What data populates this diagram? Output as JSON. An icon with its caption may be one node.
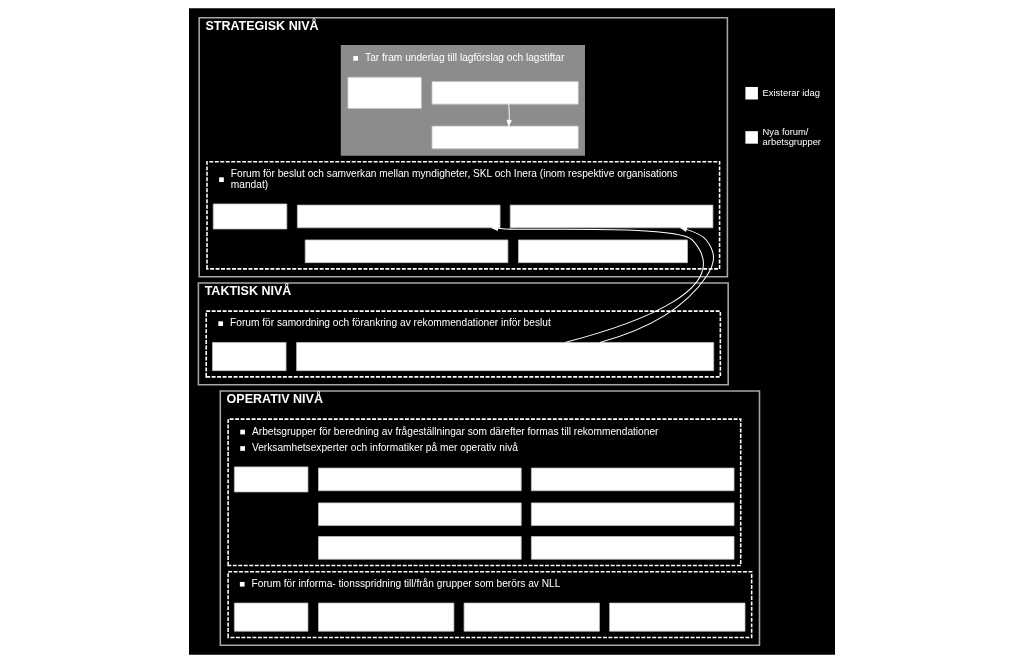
{
  "diagram": {
    "nodes": [
      {
        "text": [
          "STRATEGISK NIVÅ"
        ]
      },
      {
        "text": [
          "Tar fram underlag till lagförslag och lagstiftar"
        ],
        "in": 0
      },
      {
        "text": [],
        "shape": "box",
        "in": 1
      },
      {
        "text": [],
        "shape": "box",
        "in": 1
      },
      {
        "text": [],
        "shape": "box",
        "in": 1
      },
      {
        "text": [
          "Forum för beslut och samverkan mellan myndigheter, SKL och Inera (inom respektive organisations mandat)"
        ],
        "in": 0
      },
      {
        "text": [],
        "shape": "box",
        "in": 5
      },
      {
        "text": [],
        "shape": "box",
        "in": 5
      },
      {
        "text": [],
        "shape": "box",
        "in": 5
      },
      {
        "text": [],
        "shape": "box",
        "in": 5
      },
      {
        "text": [],
        "shape": "box",
        "in": 5
      },
      {
        "text": [
          "TAKTISK NIVÅ"
        ]
      },
      {
        "text": [
          "Forum för samordning och förankring av rekommendationer inför beslut"
        ],
        "in": 11
      },
      {
        "text": [],
        "shape": "box",
        "in": 12
      },
      {
        "text": [],
        "shape": "box",
        "in": 12
      },
      {
        "text": [
          "OPERATIV NIVÅ"
        ]
      },
      {
        "text": [
          "Arbetsgrupper för beredning av frågeställningar som därefter formas till rekommendationer",
          "Verksamhetsexperter och informatiker på mer operativ nivå"
        ],
        "in": 15
      },
      {
        "text": [],
        "shape": "box",
        "in": 16
      },
      {
        "text": [],
        "shape": "box",
        "in": 16
      },
      {
        "text": [],
        "shape": "box",
        "in": 16
      },
      {
        "text": [],
        "shape": "box",
        "in": 16
      },
      {
        "text": [],
        "shape": "box",
        "in": 16
      },
      {
        "text": [],
        "shape": "box",
        "in": 16
      },
      {
        "text": [],
        "shape": "box",
        "in": 16
      },
      {
        "text": [
          "Forum för informa- tionsspridning till/från grupper som berörs av NLL"
        ],
        "in": 15
      },
      {
        "text": [],
        "shape": "box",
        "in": 24
      },
      {
        "text": [],
        "shape": "box",
        "in": 24
      },
      {
        "text": [],
        "shape": "box",
        "in": 24
      },
      {
        "text": [],
        "shape": "box",
        "in": 24
      }
    ],
    "edges": [
      {
        "from": 3,
        "to": 4,
        "arrow": "to"
      },
      {
        "from": 14,
        "to": 7,
        "arrow": "to"
      },
      {
        "from": 14,
        "to": 8,
        "arrow": "to"
      }
    ],
    "legend": [
      {
        "text": "Existerar idag",
        "color": "#ffffff"
      },
      {
        "text": "Nya forum/ arbetsgrupper",
        "color": "#ffffff"
      }
    ]
  }
}
